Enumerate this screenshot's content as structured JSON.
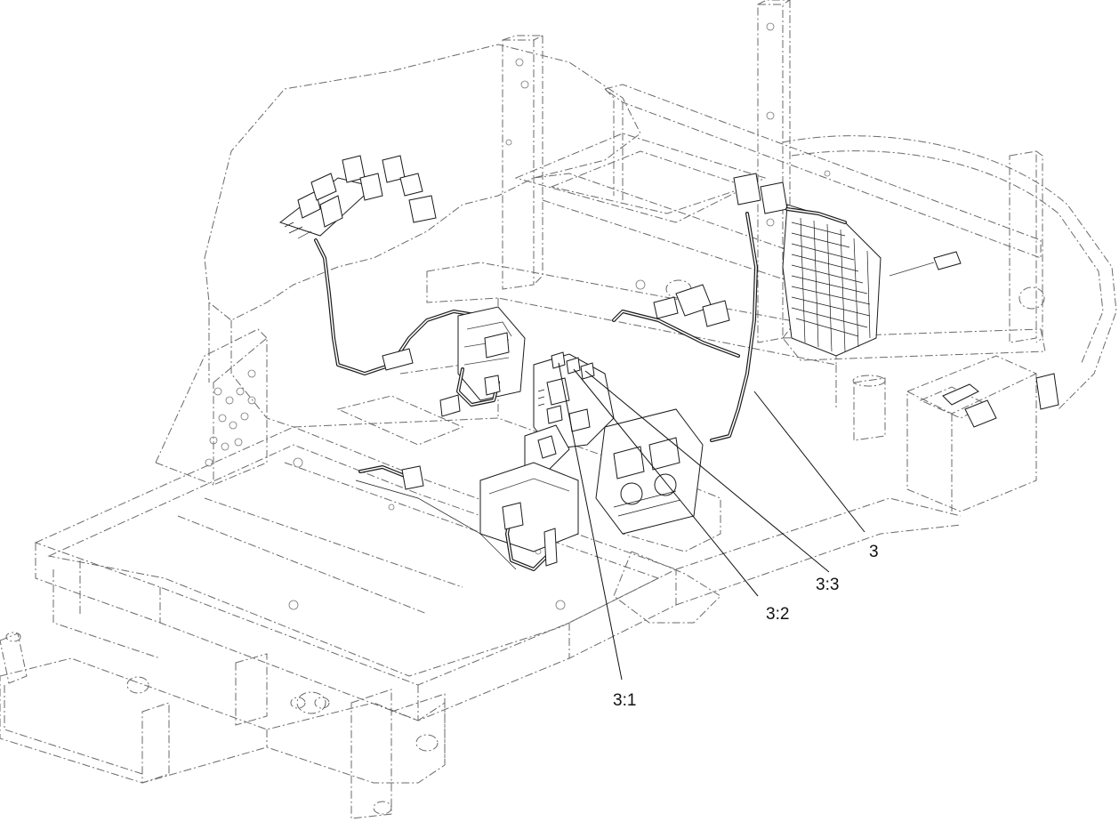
{
  "callouts": {
    "c3": "3",
    "c33": "3:3",
    "c32": "3:2",
    "c31": "3:1"
  }
}
